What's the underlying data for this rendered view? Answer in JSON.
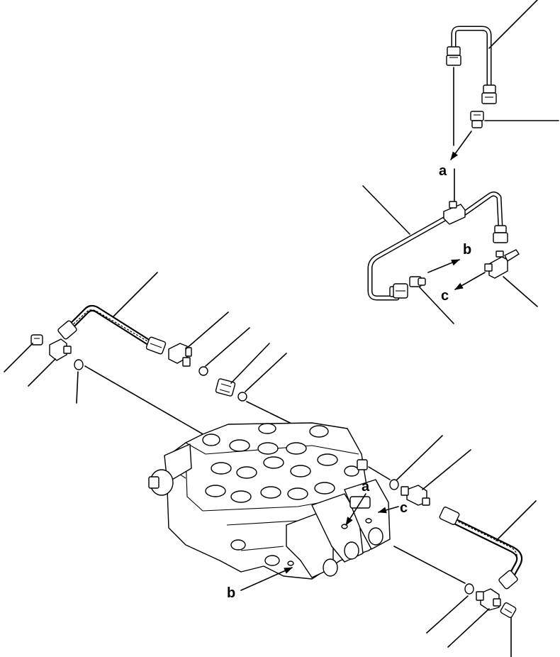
{
  "callouts": {
    "a_top": "a",
    "b_top": "b",
    "c_top": "c",
    "a_block": "a",
    "b_block": "b",
    "c_block": "c"
  }
}
